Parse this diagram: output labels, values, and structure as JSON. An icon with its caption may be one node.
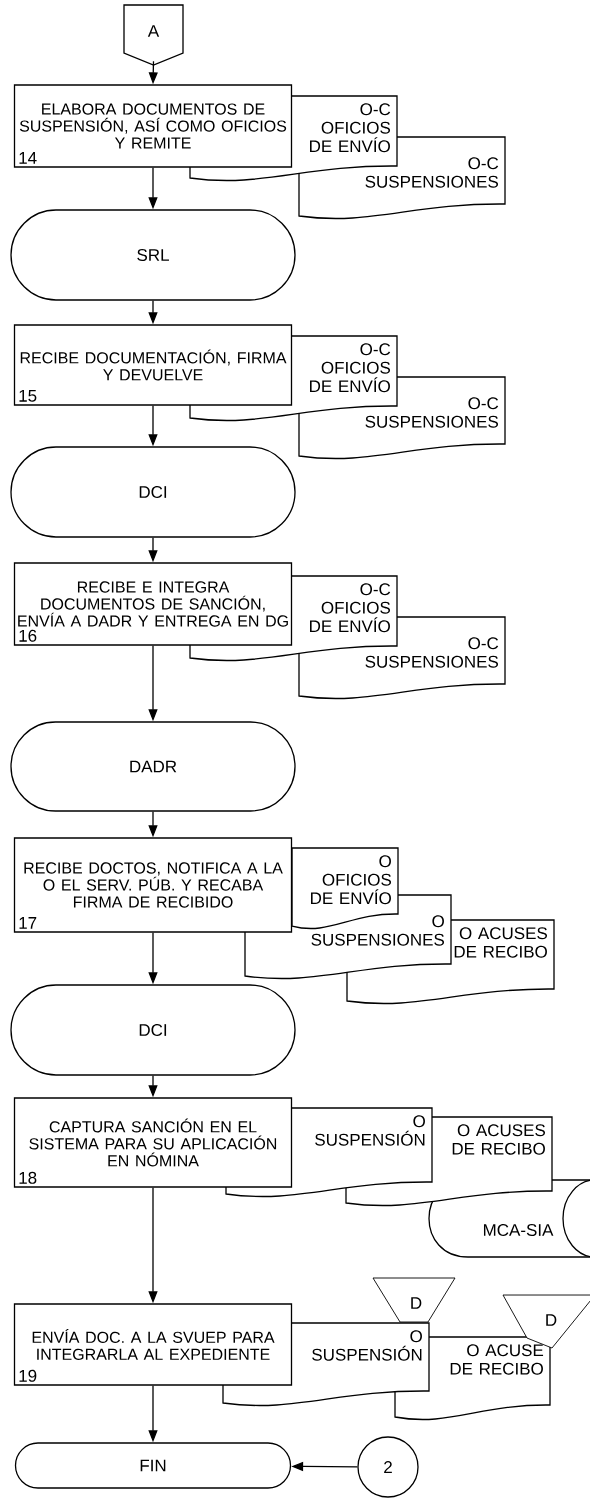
{
  "diagram": {
    "nodes": [
      {
        "text": [
          "A"
        ]
      },
      {
        "text": [
          "ELABORA DOCUMENTOS DE SUSPENSIÓN, ASÍ COMO OFICIOS Y REMITE",
          "14"
        ]
      },
      {
        "text": [
          "O-C OFICIOS DE ENVÍO"
        ]
      },
      {
        "text": [
          "O-C SUSPENSIONES"
        ]
      },
      {
        "text": [
          "SRL"
        ]
      },
      {
        "text": [
          "RECIBE DOCUMENTACIÓN, FIRMA Y DEVUELVE",
          "15"
        ]
      },
      {
        "text": [
          "O-C OFICIOS DE ENVÍO"
        ]
      },
      {
        "text": [
          "O-C SUSPENSIONES"
        ]
      },
      {
        "text": [
          "DCI"
        ]
      },
      {
        "text": [
          "RECIBE E INTEGRA DOCUMENTOS DE SANCIÓN, ENVÍA A DADR Y ENTREGA EN DG",
          "16"
        ]
      },
      {
        "text": [
          "O-C OFICIOS DE ENVÍO"
        ]
      },
      {
        "text": [
          "O-C SUSPENSIONES"
        ]
      },
      {
        "text": [
          "DADR"
        ]
      },
      {
        "text": [
          "RECIBE DOCTOS, NOTIFICA A LA O EL SERV. PÚB. Y RECABA FIRMA DE RECIBIDO",
          "17"
        ]
      },
      {
        "text": [
          "O OFICIOS DE ENVÍO"
        ]
      },
      {
        "text": [
          "O SUSPENSIONES"
        ]
      },
      {
        "text": [
          "O ACUSES DE RECIBO"
        ]
      },
      {
        "text": [
          "DCI"
        ]
      },
      {
        "text": [
          "CAPTURA SANCIÓN EN EL SISTEMA PARA SU APLICACIÓN EN NÓMINA",
          "18"
        ]
      },
      {
        "text": [
          "O SUSPENSIÓN"
        ]
      },
      {
        "text": [
          "O ACUSES DE RECIBO"
        ]
      },
      {
        "text": [
          "MCA-SIA"
        ]
      },
      {
        "text": [
          "ENVÍA DOC. A LA SVUEP PARA INTEGRARLA AL EXPEDIENTE",
          "19"
        ]
      },
      {
        "text": [
          "O SUSPENSIÓN"
        ]
      },
      {
        "text": [
          "O ACUSE DE RECIBO"
        ]
      },
      {
        "text": [
          "D"
        ]
      },
      {
        "text": [
          "D"
        ]
      },
      {
        "text": [
          "FIN"
        ]
      },
      {
        "text": [
          "2"
        ]
      }
    ],
    "edges": [
      {
        "from": 0,
        "to": 1,
        "arrow": "to"
      },
      {
        "from": 1,
        "to": 4,
        "arrow": "to"
      },
      {
        "from": 4,
        "to": 5,
        "arrow": "to"
      },
      {
        "from": 5,
        "to": 8,
        "arrow": "to"
      },
      {
        "from": 8,
        "to": 9,
        "arrow": "to"
      },
      {
        "from": 9,
        "to": 12,
        "arrow": "to"
      },
      {
        "from": 12,
        "to": 13,
        "arrow": "to"
      },
      {
        "from": 13,
        "to": 17,
        "arrow": "to"
      },
      {
        "from": 17,
        "to": 18,
        "arrow": "to"
      },
      {
        "from": 18,
        "to": 22,
        "arrow": "to"
      },
      {
        "from": 22,
        "to": 27,
        "arrow": "to"
      },
      {
        "from": 28,
        "to": 27,
        "arrow": "to"
      }
    ]
  }
}
